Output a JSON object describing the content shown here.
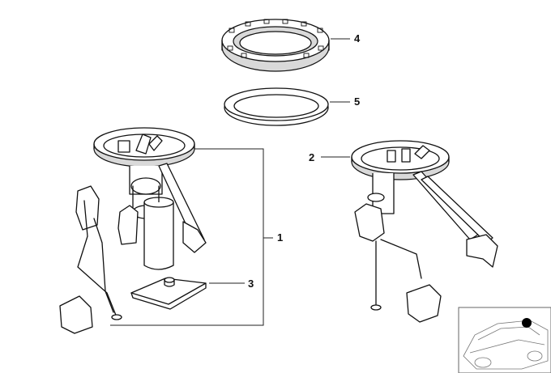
{
  "callouts": {
    "c1": "1",
    "c2": "2",
    "c3": "3",
    "c4": "4",
    "c5": "5"
  },
  "colors": {
    "line": "#111111",
    "shade": "#d9d9d9",
    "background": "#ffffff",
    "marker": "#000000"
  },
  "thumbnail": {
    "icon": "car-location-icon"
  }
}
